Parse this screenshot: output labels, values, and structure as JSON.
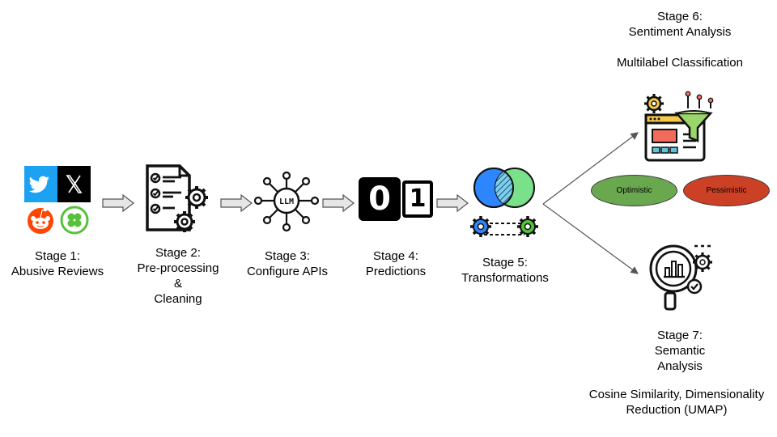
{
  "stages": {
    "s1": {
      "lines": [
        "Stage 1:",
        "Abusive Reviews"
      ],
      "icons": [
        "twitter-bird-icon",
        "x-logo-icon",
        "reddit-alien-icon",
        "clover-logo-icon"
      ]
    },
    "s2": {
      "lines": [
        "Stage 2:",
        "Pre-processing",
        "&",
        "Cleaning"
      ],
      "icon": "checklist-gears-icon"
    },
    "s3": {
      "lines": [
        "Stage 3:",
        "Configure APIs"
      ],
      "icon": "llm-network-icon"
    },
    "s4": {
      "lines": [
        "Stage 4:",
        "Predictions"
      ],
      "icon": "binary-digits-icon",
      "digits": [
        "0",
        "1"
      ]
    },
    "s5": {
      "lines": [
        "Stage 5:",
        "Transformations"
      ],
      "icon": "venn-gears-icon"
    },
    "s6": {
      "lines": [
        "Stage 6:",
        "Sentiment Analysis"
      ],
      "subtitle": "Multilabel Classification",
      "icon": "funnel-dashboard-icon",
      "outcomes": [
        {
          "label": "Optimistic",
          "color": "#6aa84f"
        },
        {
          "label": "Pessimistic",
          "color": "#cc4125"
        }
      ]
    },
    "s7": {
      "lines": [
        "Stage 7:",
        "Semantic",
        "Analysis"
      ],
      "subtitle_lines": [
        "Cosine Similarity, Dimensionality",
        "Reduction (UMAP)"
      ],
      "icon": "magnifier-chart-icon"
    }
  },
  "colors": {
    "arrow_fill": "#e6e6e6",
    "arrow_stroke": "#555555",
    "twitter_blue": "#1da1f2",
    "reddit_orange": "#ff4500",
    "clover_green": "#56c23a",
    "venn_blue": "#2e86ff",
    "venn_green": "#7be08a",
    "dashboard_red": "#f26b5b",
    "dashboard_yellow": "#f7c948",
    "dashboard_teal": "#5fc4d8"
  }
}
